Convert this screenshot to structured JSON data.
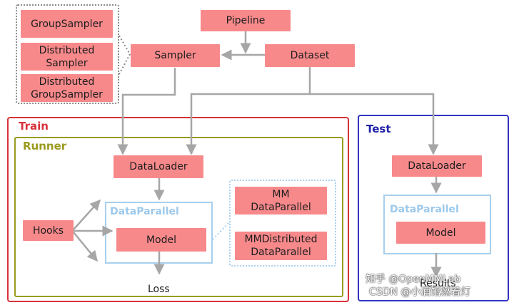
{
  "samplers": {
    "group_sampler": "GroupSampler",
    "distributed_sampler_l1": "Distributed",
    "distributed_sampler_l2": "Sampler",
    "distributed_group_sampler_l1": "Distributed",
    "distributed_group_sampler_l2": "GroupSampler"
  },
  "top": {
    "pipeline": "Pipeline",
    "sampler": "Sampler",
    "dataset": "Dataset"
  },
  "train": {
    "title": "Train",
    "runner_title": "Runner",
    "dataloader": "DataLoader",
    "dataparallel_title": "DataParallel",
    "model": "Model",
    "hooks": "Hooks",
    "loss": "Loss",
    "mm_dataparallel_l1": "MM",
    "mm_dataparallel_l2": "DataParallel",
    "mmdistributed_l1": "MMDistributed",
    "mmdistributed_l2": "DataParallel"
  },
  "test": {
    "title": "Test",
    "dataloader": "DataLoader",
    "dataparallel_title": "DataParallel",
    "model": "Model",
    "results": "Results"
  },
  "watermarks": {
    "zhihu": "知乎 @OpenMMLab",
    "csdn": "CSDN @小酒馆燃着灯"
  },
  "colors": {
    "box_fill": "#f8898b",
    "train_border": "#d8323a",
    "runner_border": "#9a9a1e",
    "test_border": "#3434c4",
    "dataparallel_border": "#a7cfee",
    "dataparallel_text": "#9cc9ec",
    "arrow": "#a6a6a6"
  }
}
